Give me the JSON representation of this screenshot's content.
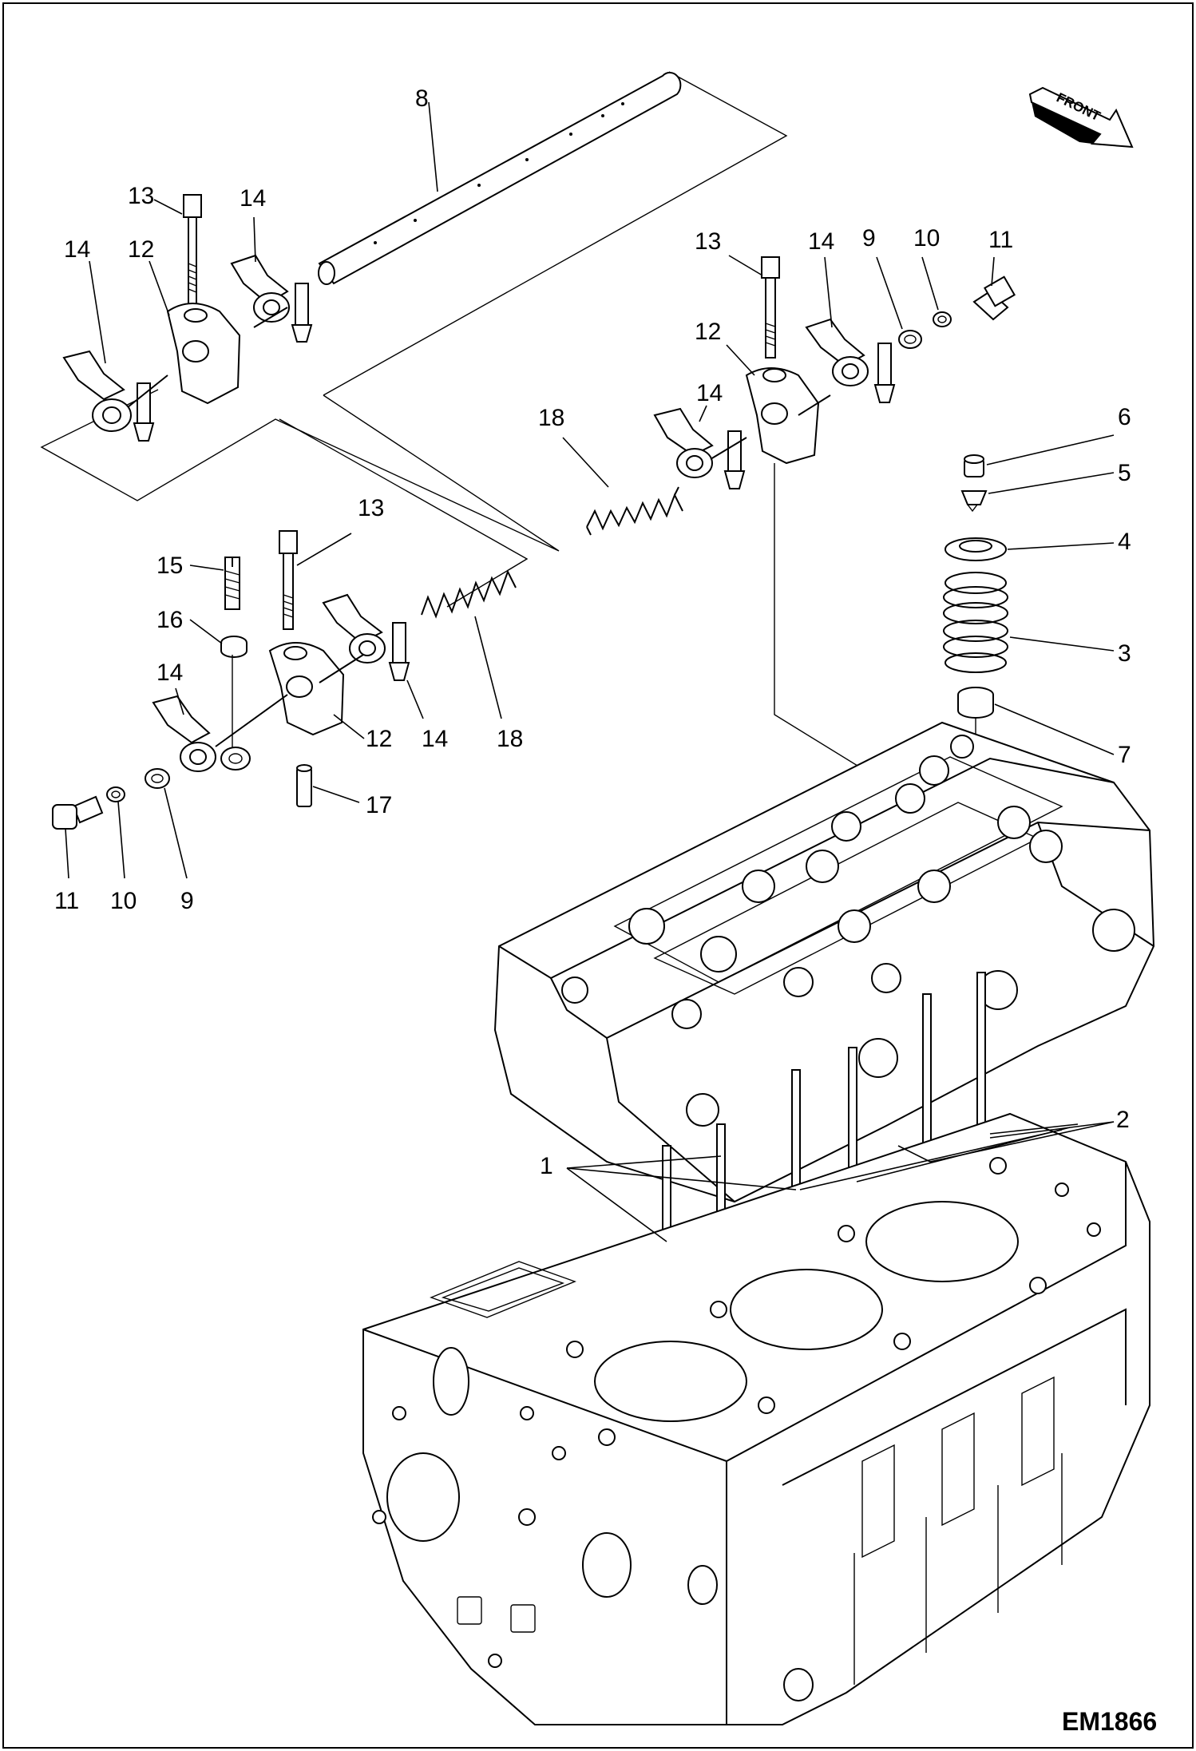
{
  "diagram": {
    "code": "EM1866",
    "front_label": "FRONT",
    "callouts": [
      {
        "id": "c8",
        "text": "8"
      },
      {
        "id": "c13a",
        "text": "13"
      },
      {
        "id": "c14a",
        "text": "14"
      },
      {
        "id": "c14b",
        "text": "14"
      },
      {
        "id": "c12a",
        "text": "12"
      },
      {
        "id": "c13b",
        "text": "13"
      },
      {
        "id": "c14c",
        "text": "14"
      },
      {
        "id": "c9a",
        "text": "9"
      },
      {
        "id": "c10a",
        "text": "10"
      },
      {
        "id": "c11a",
        "text": "11"
      },
      {
        "id": "c12b",
        "text": "12"
      },
      {
        "id": "c14d",
        "text": "14"
      },
      {
        "id": "c18a",
        "text": "18"
      },
      {
        "id": "c6",
        "text": "6"
      },
      {
        "id": "c5",
        "text": "5"
      },
      {
        "id": "c4",
        "text": "4"
      },
      {
        "id": "c3",
        "text": "3"
      },
      {
        "id": "c7",
        "text": "7"
      },
      {
        "id": "c13c",
        "text": "13"
      },
      {
        "id": "c15",
        "text": "15"
      },
      {
        "id": "c16",
        "text": "16"
      },
      {
        "id": "c14e",
        "text": "14"
      },
      {
        "id": "c12c",
        "text": "12"
      },
      {
        "id": "c14f",
        "text": "14"
      },
      {
        "id": "c18b",
        "text": "18"
      },
      {
        "id": "c17",
        "text": "17"
      },
      {
        "id": "c11b",
        "text": "11"
      },
      {
        "id": "c10b",
        "text": "10"
      },
      {
        "id": "c9b",
        "text": "9"
      },
      {
        "id": "c2",
        "text": "2"
      },
      {
        "id": "c1",
        "text": "1"
      }
    ]
  }
}
